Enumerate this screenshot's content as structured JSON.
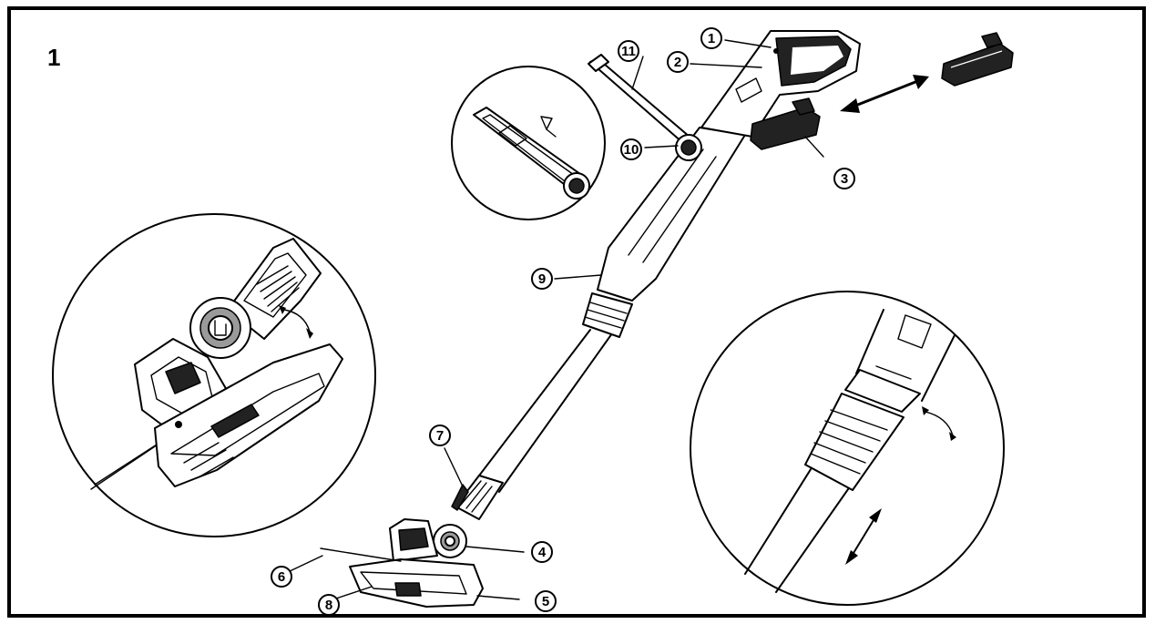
{
  "figure": {
    "number": "1"
  },
  "callouts": [
    {
      "id": "c1",
      "label": "1"
    },
    {
      "id": "c2",
      "label": "2"
    },
    {
      "id": "c3",
      "label": "3"
    },
    {
      "id": "c4",
      "label": "4"
    },
    {
      "id": "c5",
      "label": "5"
    },
    {
      "id": "c6",
      "label": "6"
    },
    {
      "id": "c7",
      "label": "7"
    },
    {
      "id": "c8",
      "label": "8"
    },
    {
      "id": "c9",
      "label": "9"
    },
    {
      "id": "c10",
      "label": "10"
    },
    {
      "id": "c11",
      "label": "11"
    }
  ],
  "colors": {
    "ink": "#000000",
    "paper": "#ffffff",
    "shade": "#9a9a9a"
  }
}
